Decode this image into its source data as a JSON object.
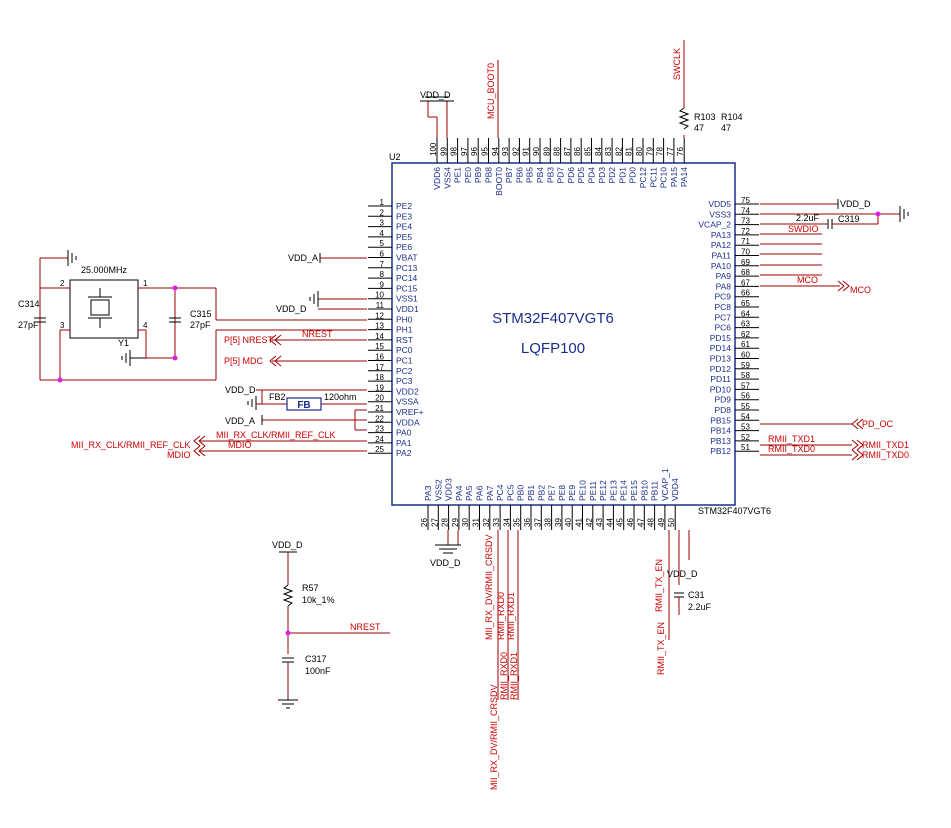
{
  "chip": {
    "ref": "U2",
    "part": "STM32F407VGT6",
    "package": "LQFP100",
    "footer": "STM32F407VGT6",
    "left_pins": [
      {
        "n": "1",
        "name": "PE2"
      },
      {
        "n": "2",
        "name": "PE3"
      },
      {
        "n": "3",
        "name": "PE4"
      },
      {
        "n": "4",
        "name": "PE5"
      },
      {
        "n": "5",
        "name": "PE6"
      },
      {
        "n": "6",
        "name": "VBAT"
      },
      {
        "n": "7",
        "name": "PC13"
      },
      {
        "n": "8",
        "name": "PC14"
      },
      {
        "n": "9",
        "name": "PC15"
      },
      {
        "n": "10",
        "name": "VSS1"
      },
      {
        "n": "11",
        "name": "VDD1"
      },
      {
        "n": "12",
        "name": "PH0"
      },
      {
        "n": "13",
        "name": "PH1"
      },
      {
        "n": "14",
        "name": "RST"
      },
      {
        "n": "15",
        "name": "PC0"
      },
      {
        "n": "16",
        "name": "PC1"
      },
      {
        "n": "17",
        "name": "PC2"
      },
      {
        "n": "18",
        "name": "PC3"
      },
      {
        "n": "19",
        "name": "VDD2"
      },
      {
        "n": "20",
        "name": "VSSA"
      },
      {
        "n": "21",
        "name": "VREF+"
      },
      {
        "n": "22",
        "name": "VDDA"
      },
      {
        "n": "23",
        "name": "PA0"
      },
      {
        "n": "24",
        "name": "PA1"
      },
      {
        "n": "25",
        "name": "PA2"
      }
    ],
    "right_pins": [
      {
        "n": "75",
        "name": "VDD5"
      },
      {
        "n": "74",
        "name": "VSS3"
      },
      {
        "n": "73",
        "name": "VCAP_2"
      },
      {
        "n": "72",
        "name": "PA13"
      },
      {
        "n": "71",
        "name": "PA12"
      },
      {
        "n": "70",
        "name": "PA11"
      },
      {
        "n": "69",
        "name": "PA10"
      },
      {
        "n": "68",
        "name": "PA9"
      },
      {
        "n": "67",
        "name": "PA8"
      },
      {
        "n": "66",
        "name": "PC9"
      },
      {
        "n": "65",
        "name": "PC8"
      },
      {
        "n": "64",
        "name": "PC7"
      },
      {
        "n": "63",
        "name": "PC6"
      },
      {
        "n": "62",
        "name": "PD15"
      },
      {
        "n": "61",
        "name": "PD14"
      },
      {
        "n": "60",
        "name": "PD13"
      },
      {
        "n": "59",
        "name": "PD12"
      },
      {
        "n": "58",
        "name": "PD11"
      },
      {
        "n": "57",
        "name": "PD10"
      },
      {
        "n": "56",
        "name": "PD9"
      },
      {
        "n": "55",
        "name": "PD8"
      },
      {
        "n": "54",
        "name": "PB15"
      },
      {
        "n": "53",
        "name": "PB14"
      },
      {
        "n": "52",
        "name": "PB13"
      },
      {
        "n": "51",
        "name": "PB12"
      }
    ],
    "top_pins": [
      {
        "n": "100",
        "name": "VDD6"
      },
      {
        "n": "99",
        "name": "VSS4"
      },
      {
        "n": "98",
        "name": "PE1"
      },
      {
        "n": "97",
        "name": "PE0"
      },
      {
        "n": "96",
        "name": "PB9"
      },
      {
        "n": "95",
        "name": "PB8"
      },
      {
        "n": "94",
        "name": "BOOT0"
      },
      {
        "n": "93",
        "name": "PB7"
      },
      {
        "n": "92",
        "name": "PB6"
      },
      {
        "n": "91",
        "name": "PB5"
      },
      {
        "n": "90",
        "name": "PB4"
      },
      {
        "n": "89",
        "name": "PB3"
      },
      {
        "n": "88",
        "name": "PD7"
      },
      {
        "n": "87",
        "name": "PD6"
      },
      {
        "n": "86",
        "name": "PD5"
      },
      {
        "n": "85",
        "name": "PD4"
      },
      {
        "n": "84",
        "name": "PD3"
      },
      {
        "n": "83",
        "name": "PD2"
      },
      {
        "n": "82",
        "name": "PD1"
      },
      {
        "n": "81",
        "name": "PD0"
      },
      {
        "n": "80",
        "name": "PC12"
      },
      {
        "n": "79",
        "name": "PC11"
      },
      {
        "n": "78",
        "name": "PC10"
      },
      {
        "n": "77",
        "name": "PA15"
      },
      {
        "n": "76",
        "name": "PA14"
      }
    ],
    "bottom_pins": [
      {
        "n": "26",
        "name": "PA3"
      },
      {
        "n": "27",
        "name": "VSS2"
      },
      {
        "n": "28",
        "name": "VDD3"
      },
      {
        "n": "29",
        "name": "PA4"
      },
      {
        "n": "30",
        "name": "PA5"
      },
      {
        "n": "31",
        "name": "PA6"
      },
      {
        "n": "32",
        "name": "PA7"
      },
      {
        "n": "33",
        "name": "PC4"
      },
      {
        "n": "34",
        "name": "PC5"
      },
      {
        "n": "35",
        "name": "PB0"
      },
      {
        "n": "36",
        "name": "PB1"
      },
      {
        "n": "37",
        "name": "PB2"
      },
      {
        "n": "38",
        "name": "PE7"
      },
      {
        "n": "39",
        "name": "PE8"
      },
      {
        "n": "40",
        "name": "PE9"
      },
      {
        "n": "41",
        "name": "PE10"
      },
      {
        "n": "42",
        "name": "PE11"
      },
      {
        "n": "43",
        "name": "PE12"
      },
      {
        "n": "44",
        "name": "PE13"
      },
      {
        "n": "45",
        "name": "PE14"
      },
      {
        "n": "46",
        "name": "PE15"
      },
      {
        "n": "47",
        "name": "PB10"
      },
      {
        "n": "48",
        "name": "PB11"
      },
      {
        "n": "49",
        "name": "VCAP_1"
      },
      {
        "n": "50",
        "name": "VDD4"
      }
    ]
  },
  "labels": {
    "vdd_d": "VDD_D",
    "vdd_a": "VDD_A",
    "mcu_boot0": "MCU_BOOT0",
    "swclk": "SWCLK",
    "swdio": "SWDIO",
    "mco_wire": "MCO",
    "mco_port": "MCO",
    "pd_oc": "PD_OC",
    "rmii_txd1_wire": "RMII_TXD1",
    "rmii_txd0_wire": "RMII_TXD0",
    "rmii_txd1_port": "RMII_TXD1",
    "rmii_txd0_port": "RMII_TXD0",
    "nrest_wire": "NREST",
    "nrest_port": "P[5] NREST",
    "mdc_port": "P[5] MDC",
    "mii_rx_wire": "MII_RX_CLK/RMII_REF_CLK",
    "mii_rx_port": "MII_RX_CLK/RMII_REF_CLK",
    "mdio_wire": "MDIO",
    "mdio_port": "MDIO",
    "nrest_reset": "NREST",
    "crsdv_wire": "MII_RX_DV/RMII_CRSDV",
    "crsdv_port": "MII_RX_DV/RMII_CRSDV",
    "rxd0_wire": "RMII_RXD0",
    "rxd1_wire": "RMII_RXD1",
    "rxd0_port": "RMII_RXD0",
    "rxd1_port": "RMII_RXD1",
    "tx_en_wire": "RMII_TX_EN",
    "tx_en_port": "RMII_TX_EN"
  },
  "components": {
    "r103": {
      "ref": "R103",
      "value": "47"
    },
    "r104": {
      "ref": "R104",
      "value": "47"
    },
    "c319": {
      "ref": "C319",
      "value": "2.2uF"
    },
    "c314": {
      "ref": "C314",
      "value": "27pF"
    },
    "c315": {
      "ref": "C315",
      "value": "27pF"
    },
    "y1": {
      "ref": "Y1",
      "value": "25.000MHz",
      "pin1": "1",
      "pin2": "2",
      "pin3": "3",
      "pin4": "4"
    },
    "fb2": {
      "ref": "FB2",
      "value": "120ohm",
      "body": "FB"
    },
    "c31": {
      "ref": "C31",
      "value": "2.2uF"
    },
    "r57": {
      "ref": "R57",
      "value": "10k_1%"
    },
    "c317": {
      "ref": "C317",
      "value": "100nF"
    }
  },
  "colors": {
    "wire": "#990000",
    "chip": "#1c2e8c",
    "junction": "#e020e0",
    "label": "#cc0000"
  }
}
